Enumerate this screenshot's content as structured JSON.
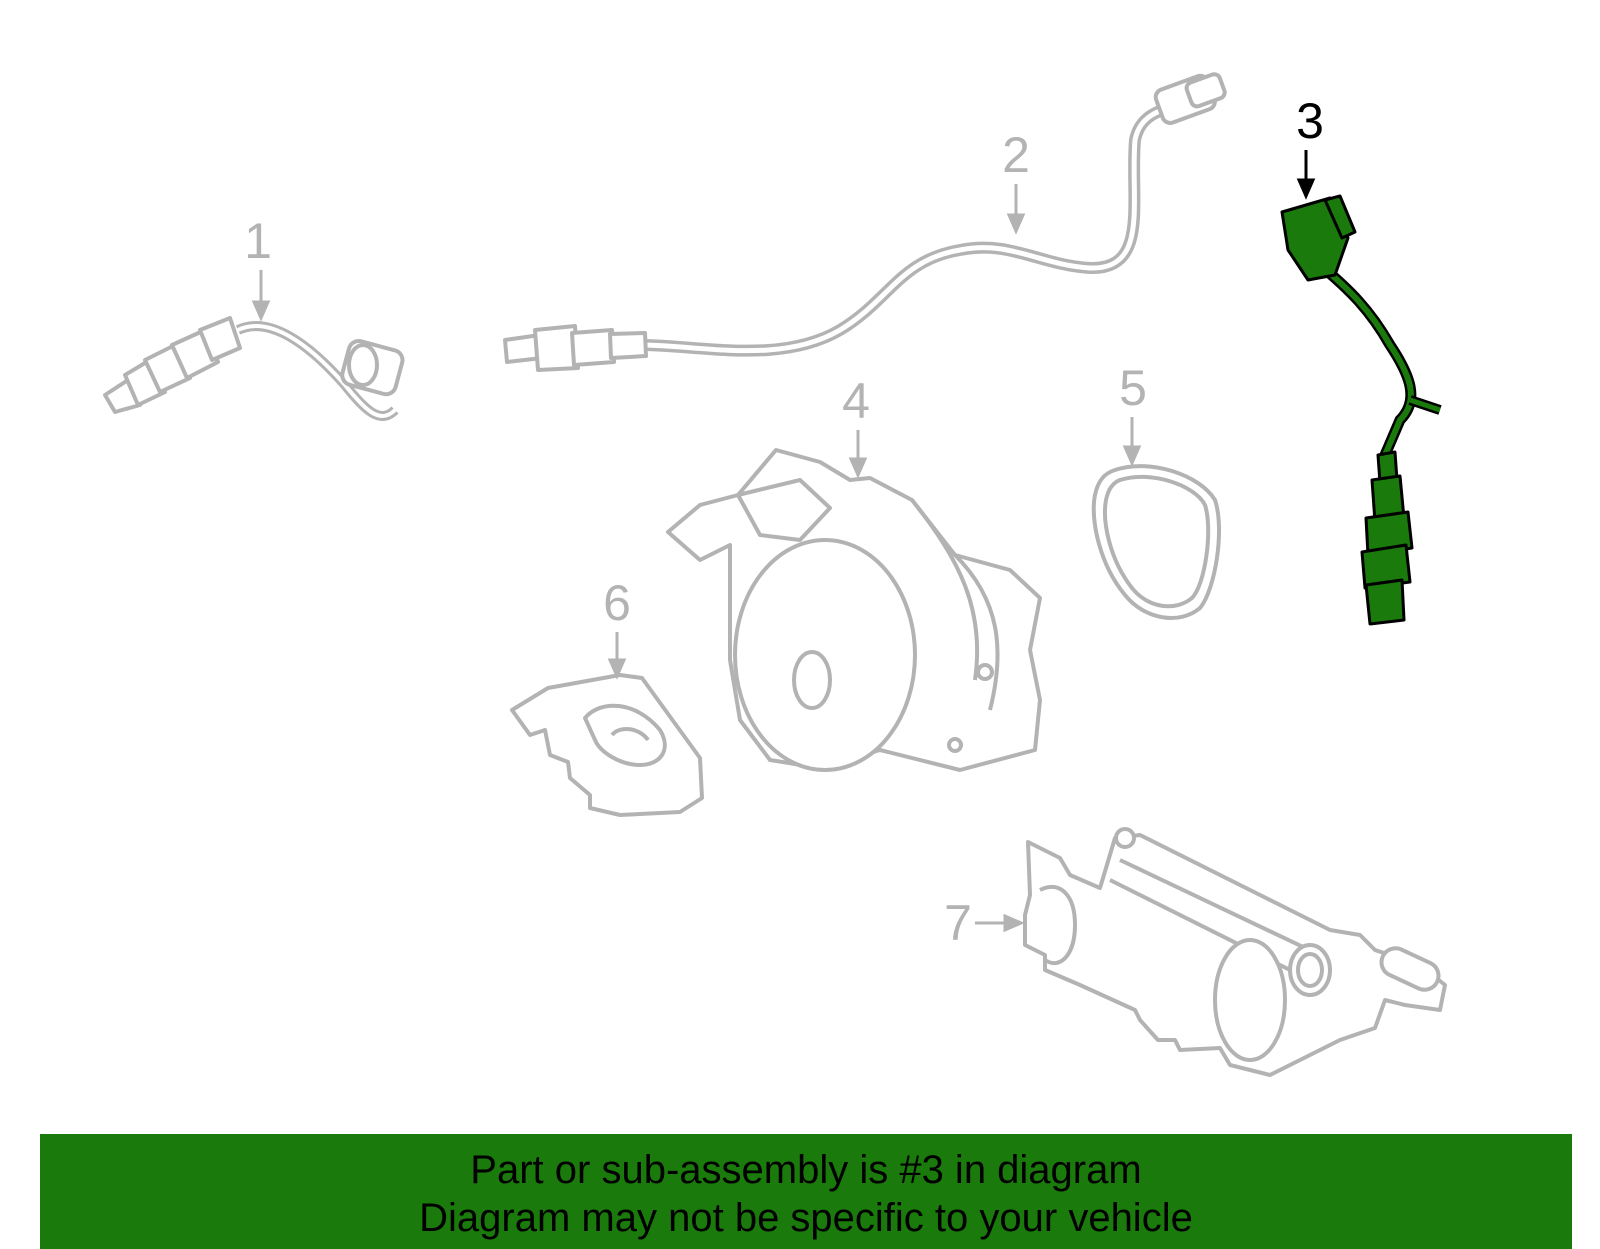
{
  "callouts": {
    "c1": "1",
    "c2": "2",
    "c3": "3",
    "c4": "4",
    "c5": "5",
    "c6": "6",
    "c7": "7"
  },
  "colors": {
    "inactive_part": "#b3b3b3",
    "selected_part": "#1a7a0b",
    "banner_bg": "#1a7a0b",
    "text": "#000000"
  },
  "banner": {
    "line1": "Part or sub-assembly is #3 in diagram",
    "line2": "Diagram may not be specific to your vehicle"
  }
}
